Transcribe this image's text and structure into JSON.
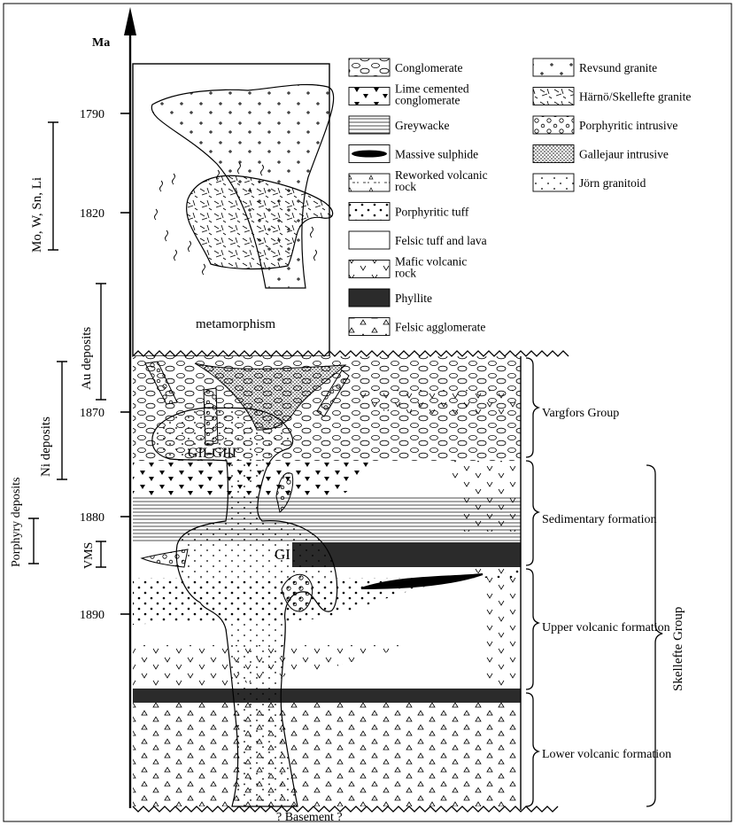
{
  "axis": {
    "unit": "Ma",
    "ticks": [
      "1790",
      "1820",
      "1870",
      "1880",
      "1890"
    ]
  },
  "deposits": {
    "mo_w_sn_li": "Mo, W, Sn, Li",
    "au": "Au deposits",
    "ni": "Ni deposits",
    "porphyry": "Porphyry deposits",
    "vms": "VMS"
  },
  "legend": {
    "left": [
      {
        "label": "Conglomerate",
        "pattern": "ovals"
      },
      {
        "label": "Lime cemented conglomerate",
        "pattern": "triangles-filled"
      },
      {
        "label": "Greywacke",
        "pattern": "hlines"
      },
      {
        "label": "Massive sulphide",
        "pattern": "lens-black"
      },
      {
        "label": "Reworked volcanic rock",
        "pattern": "reworked"
      },
      {
        "label": "Porphyritic tuff",
        "pattern": "dots-large"
      },
      {
        "label": "Felsic tuff and lava",
        "pattern": "blank"
      },
      {
        "label": "Mafic volcanic rock",
        "pattern": "v-marks"
      },
      {
        "label": "Phyllite",
        "pattern": "solid-dark"
      },
      {
        "label": "Felsic agglomerate",
        "pattern": "triangles-open"
      }
    ],
    "right": [
      {
        "label": "Revsund granite",
        "pattern": "plus"
      },
      {
        "label": "Härnö/Skellefte granite",
        "pattern": "dashes"
      },
      {
        "label": "Porphyritic intrusive",
        "pattern": "circles"
      },
      {
        "label": "Gallejaur intrusive",
        "pattern": "fine-dots"
      },
      {
        "label": "Jörn granitoid",
        "pattern": "sparse-dots"
      }
    ]
  },
  "column_labels": {
    "metamorphism": "metamorphism",
    "gii_giii": "GII-GIII",
    "gi": "GI",
    "basement": "? Basement ?"
  },
  "formations": [
    {
      "label": "Vargfors Group"
    },
    {
      "label": "Sedimentary formation"
    },
    {
      "label": "Upper volcanic formation"
    },
    {
      "label": "Lower volcanic formation"
    }
  ],
  "group": "Skellefte Group",
  "colors": {
    "ink": "#000000",
    "phyllite": "#2b2b2b",
    "background": "#ffffff"
  }
}
